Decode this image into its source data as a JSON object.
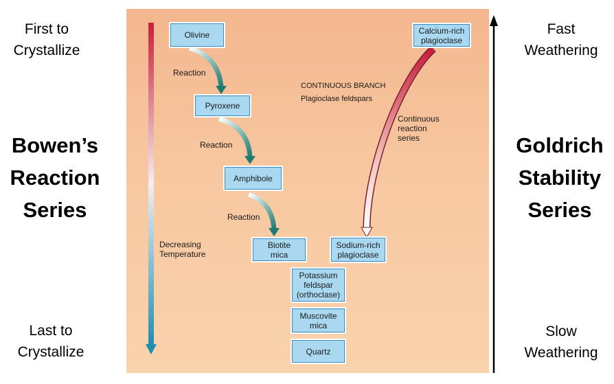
{
  "left": {
    "top_label": [
      "First to",
      "Crystallize"
    ],
    "title": [
      "Bowen’s",
      "Reaction",
      "Series"
    ],
    "bottom_label": [
      "Last to",
      "Crystallize"
    ]
  },
  "right": {
    "top_label": [
      "Fast",
      "Weathering"
    ],
    "title": [
      "Goldrich",
      "Stability",
      "Series"
    ],
    "bottom_label": [
      "Slow",
      "Weathering"
    ]
  },
  "diagram": {
    "minerals": {
      "olivine": "Olivine",
      "pyroxene": "Pyroxene",
      "amphibole": "Amphibole",
      "biotite": [
        "Biotite",
        "mica"
      ],
      "potassium": [
        "Potassium",
        "feldspar",
        "(orthoclase)"
      ],
      "muscovite": [
        "Muscovite",
        "mica"
      ],
      "quartz": "Quartz",
      "calcium": [
        "Calcium-rich",
        "plagioclase"
      ],
      "sodium": [
        "Sodium-rich",
        "plagioclase"
      ]
    },
    "reaction_label": "Reaction",
    "continuous_branch": [
      "CONTINUOUS BRANCH",
      "Plagioclase feldspars"
    ],
    "continuous_series": [
      "Continuous",
      "reaction",
      "series"
    ],
    "temperature_label": [
      "Decreasing",
      "Temperature"
    ]
  },
  "colors": {
    "panel_top": "#f4b78f",
    "panel_bottom": "#f9d3ae",
    "mineral_fill": "#a9d8f0",
    "mineral_border": "#3a8cc0",
    "temp_hot": "#c8203a",
    "temp_cold": "#1f8fb0",
    "reaction_arrow": "#1f7a70"
  }
}
